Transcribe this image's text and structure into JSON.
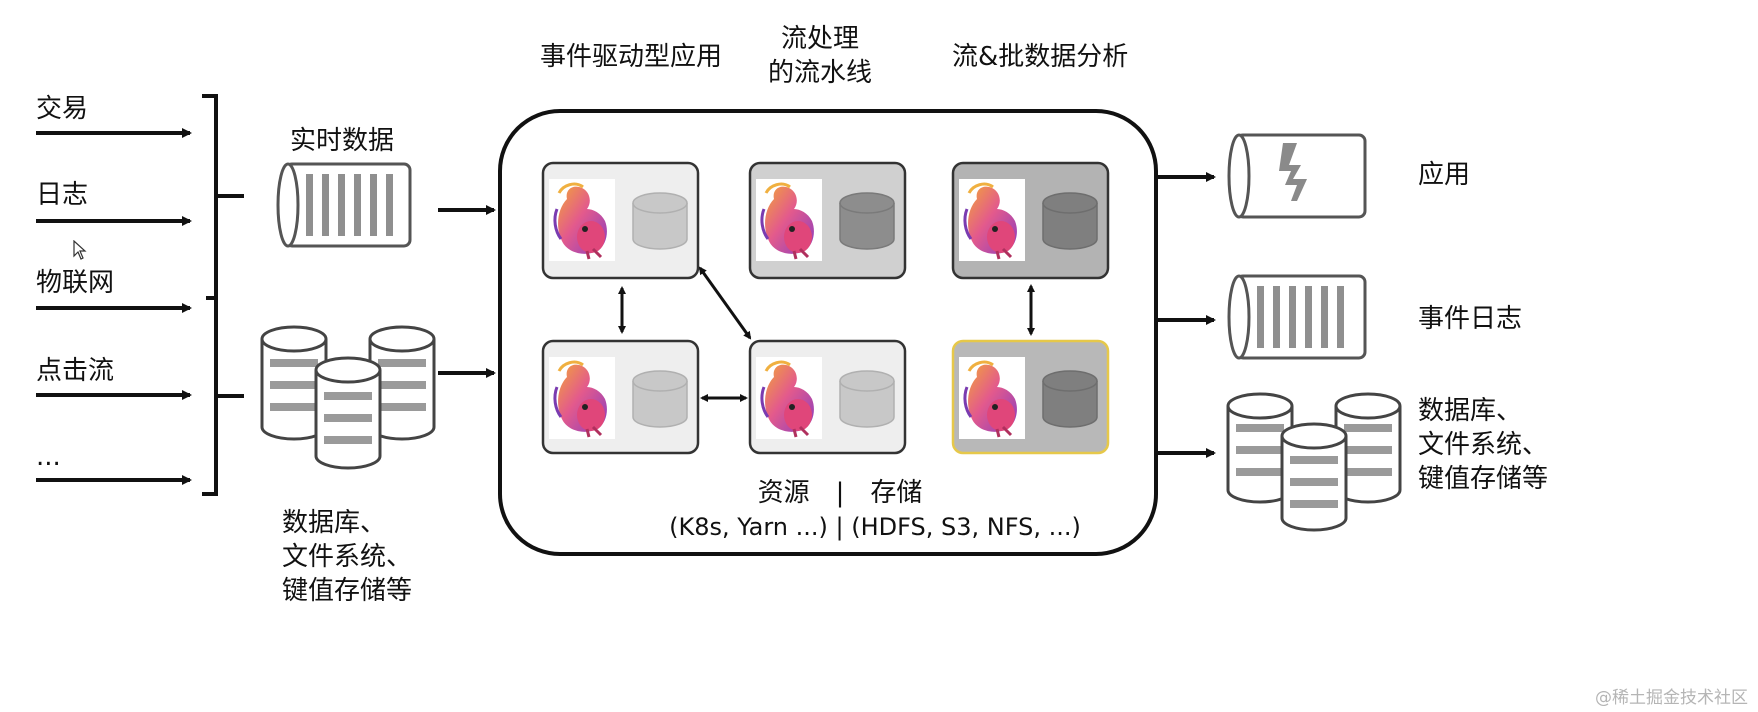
{
  "inputs": [
    "交易",
    "日志",
    "物联网",
    "点击流",
    "..."
  ],
  "realtime_label": "实时数据",
  "left_db_label": [
    "数据库、",
    "文件系统、",
    "键值存储等"
  ],
  "column_titles": {
    "event_driven": "事件驱动型应用",
    "pipeline": [
      "流处理",
      "的流水线"
    ],
    "analytics": "流&批数据分析"
  },
  "resources_label": "资源　|　存储",
  "resources_detail": "(K8s, Yarn ...) | (HDFS, S3, NFS, ...)",
  "outputs": {
    "app": "应用",
    "event_log": "事件日志",
    "db": [
      "数据库、",
      "文件系统、",
      "键值存储等"
    ]
  },
  "watermark": "@稀土掘金技术社区",
  "colors": {
    "node_light": "#eeeeee",
    "node_mid": "#cfcfcf",
    "node_dark": "#b3b3b3",
    "highlight_border": "#e6c84a",
    "squirrel": "#d9487a"
  }
}
